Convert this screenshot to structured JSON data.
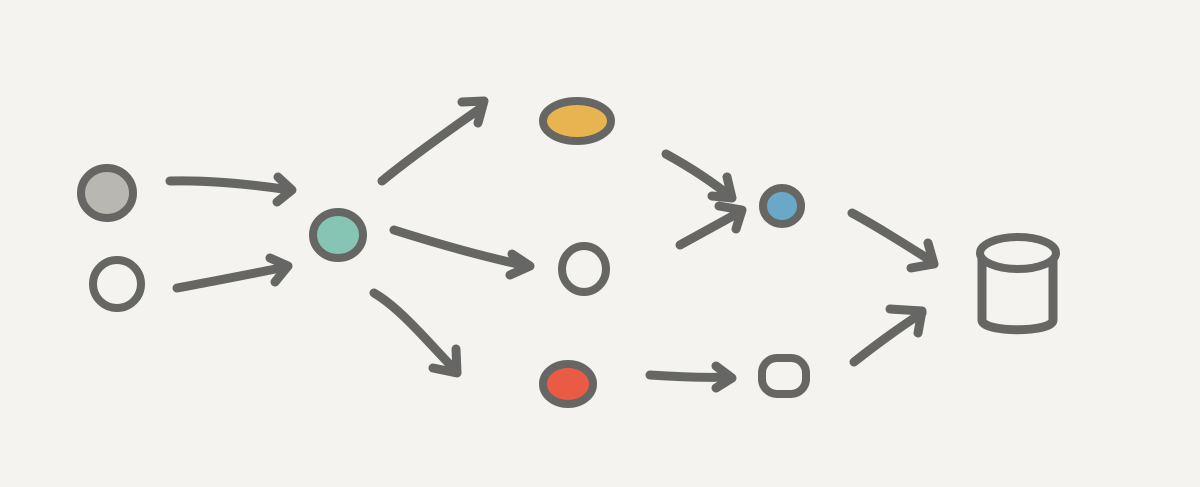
{
  "diagram": {
    "background": "#f4f3ef",
    "ink_color": "#666664",
    "nodes": [
      {
        "id": "source-gray",
        "shape": "circle",
        "fill": "#b8b7b2"
      },
      {
        "id": "source-white",
        "shape": "circle",
        "fill": "#f4f3ef"
      },
      {
        "id": "hub-teal",
        "shape": "circle",
        "fill": "#86c5b3"
      },
      {
        "id": "node-yellow",
        "shape": "ellipse",
        "fill": "#e8b44f"
      },
      {
        "id": "node-white-mid",
        "shape": "circle",
        "fill": "#f4f3ef"
      },
      {
        "id": "node-red",
        "shape": "circle",
        "fill": "#ea5b45"
      },
      {
        "id": "node-blue",
        "shape": "circle",
        "fill": "#6aa8c8"
      },
      {
        "id": "node-white-small",
        "shape": "rounded-square",
        "fill": "#f4f3ef"
      },
      {
        "id": "sink-database",
        "shape": "database-icon",
        "fill": "#f4f3ef"
      }
    ],
    "edges": [
      {
        "from": "source-gray",
        "to": "hub-teal"
      },
      {
        "from": "source-white",
        "to": "hub-teal"
      },
      {
        "from": "hub-teal",
        "to": "node-yellow"
      },
      {
        "from": "hub-teal",
        "to": "node-white-mid"
      },
      {
        "from": "hub-teal",
        "to": "node-red"
      },
      {
        "from": "node-yellow",
        "to": "node-blue"
      },
      {
        "from": "node-white-mid",
        "to": "node-blue"
      },
      {
        "from": "node-red",
        "to": "node-white-small"
      },
      {
        "from": "node-blue",
        "to": "sink-database"
      },
      {
        "from": "node-white-small",
        "to": "sink-database"
      }
    ]
  }
}
